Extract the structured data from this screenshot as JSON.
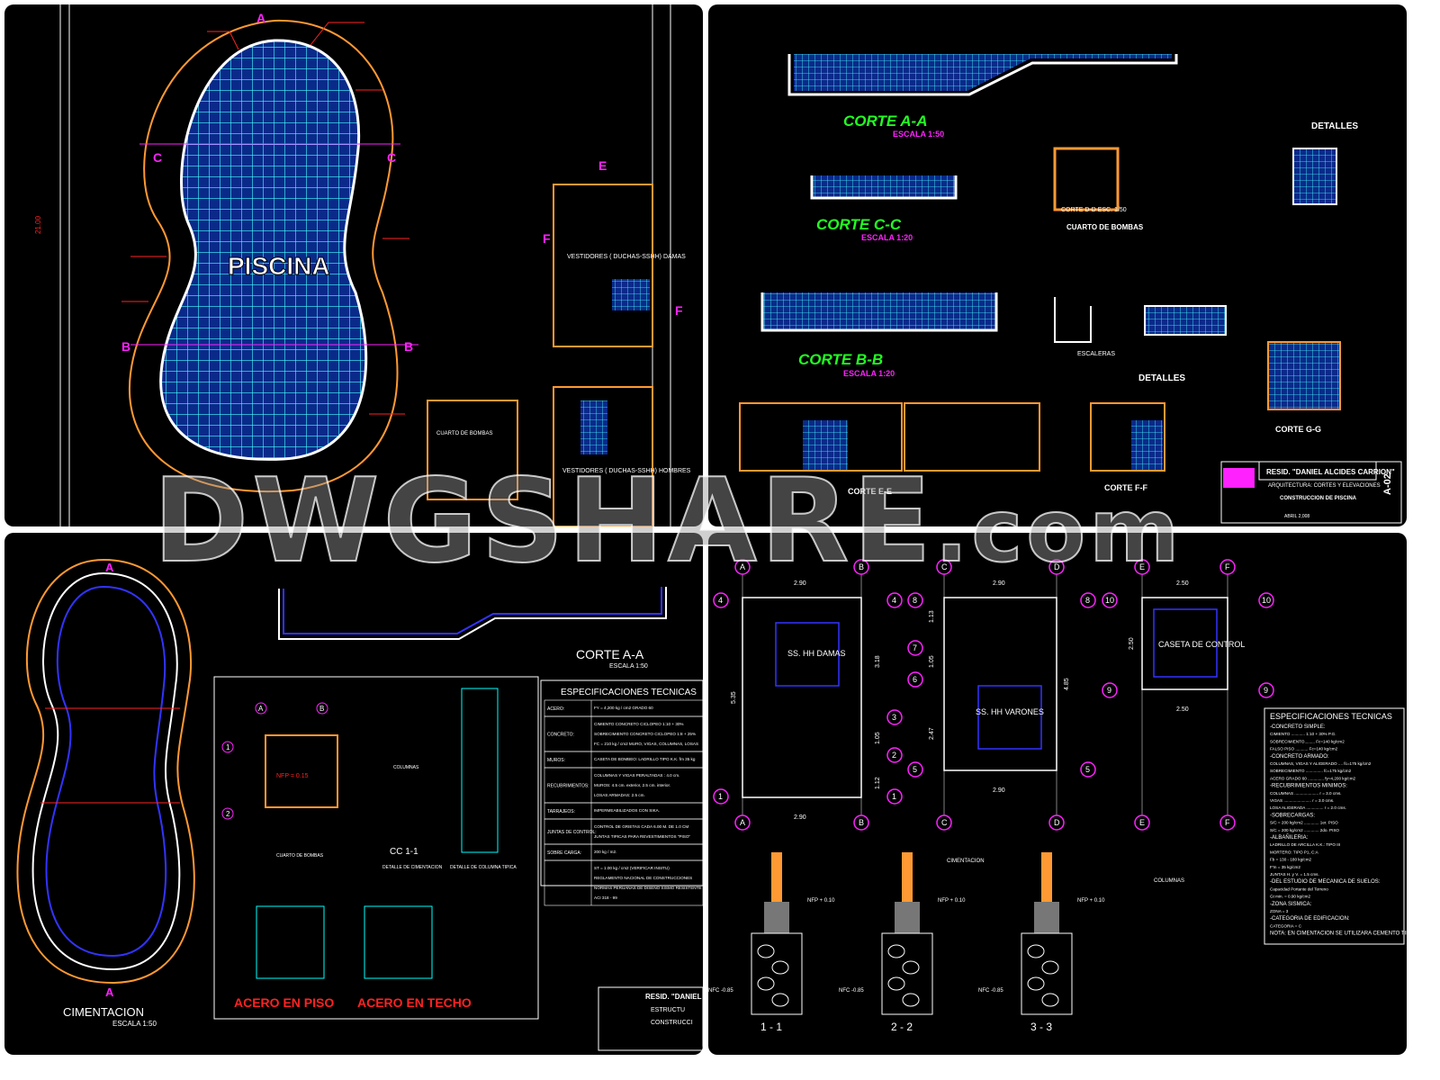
{
  "watermark": {
    "main": "DWGSHARE",
    "suffix": ".com"
  },
  "colors": {
    "background": "#000000",
    "pool_tiles": "#00c8ff",
    "pool_fill": "#0033aa",
    "outline": "#ff9933",
    "labels": "#ff2222",
    "section_titles": "#22ff22",
    "scales": "#ff22ff",
    "grid_bubbles": "#ff22ff"
  },
  "plan": {
    "pool_label": "PISCINA",
    "section_marks": [
      "A",
      "C",
      "C",
      "B",
      "B",
      "E",
      "F",
      "F"
    ],
    "vestidores_damas": "VESTIDORES ( DUCHAS-SSHH) DAMAS",
    "vestidores_hombres": "VESTIDORES ( DUCHAS-SSHH) HOMBRES",
    "cuarto_bombas": "CUARTO DE BOMBAS",
    "dim_side": "21.00"
  },
  "sections": {
    "corte_aa": "CORTE A-A",
    "corte_aa_scale": "ESCALA 1:50",
    "corte_cc": "CORTE C-C",
    "corte_cc_scale": "ESCALA 1:20",
    "corte_bb": "CORTE B-B",
    "corte_bb_scale": "ESCALA 1:20",
    "detalles_1": "DETALLES",
    "detalles_2": "DETALLES",
    "cuarto_bombas": "CUARTO DE BOMBAS",
    "corte_dd": "CORTE D-D  ESC. 1/50",
    "escaleras": "ESCALERAS",
    "corte_gg": "CORTE G-G",
    "corte_ee": "CORTE E-E",
    "corte_ff": "CORTE F-F",
    "title_block": {
      "project": "RESID. \"DANIEL ALCIDES CARRION\"",
      "sheet_title": "ARQUITECTURA: CORTES Y ELEVACIONES",
      "work": "CONSTRUCCION DE PISCINA",
      "sheet_number": "A-02",
      "scale": "ABRIL 2,008"
    }
  },
  "structure": {
    "corte_aa": "CORTE A-A",
    "corte_aa_scale": "ESCALA 1:50",
    "cimentacion": "CIMENTACION",
    "cimentacion_scale": "ESCALA 1:50",
    "section_marks": [
      "A",
      "A"
    ],
    "cuarto_bombas": "CUARTO DE BOMBAS",
    "nfp": "NFP = 0.15",
    "columnas": "COLUMNAS",
    "cc": "CC 1-1",
    "detalle_cimentacion": "DETALLE DE CIMENTACION",
    "detalle_columna": "DETALLE DE COLUMNA TIPICA",
    "acero_piso": "ACERO EN PISO",
    "acero_techo": "ACERO EN TECHO",
    "grid": [
      "A",
      "B",
      "1",
      "2"
    ],
    "title_block": {
      "project": "RESID. \"DANIEL ALC",
      "sheet_title": "ESTRUCTU",
      "work": "CONSTRUCCI"
    },
    "specs": {
      "title": "ESPECIFICACIONES TECNICAS",
      "rows": [
        {
          "label": "ACERO:",
          "lines": [
            "FY = 4,200 kg / cm2   GRADO 60"
          ]
        },
        {
          "label": "CONCRETO:",
          "lines": [
            "CIMIENTO        CONCRETO CICLOPEO  1:10 + 30%",
            "SOBRECIMIENTO    CONCRETO CICLOPEO  1:8 + 25%",
            "FC = 210 kg / cm2   MURO, VIGAS, COLUMNAS, LOSAS"
          ]
        },
        {
          "label": "MUROS:",
          "lines": [
            "CASETA DE BOMBEO: LADRILLO TIPO K.K.   fm 35 kg"
          ]
        },
        {
          "label": "RECUBRIMIENTOS:",
          "lines": [
            "COLUMNAS Y VIGAS PERALTADAS : 4.0 cm.",
            "MUROS: 4.5 cm. exterior, 2.5 cm. interior.",
            "LOSAS ARMADAS: 2.5 cm."
          ]
        },
        {
          "label": "TARRAJEOS:",
          "lines": [
            "IMPERMEABILIZADOS CON SIKA."
          ]
        },
        {
          "label": "JUNTAS DE CONTROL:",
          "lines": [
            "CONTROL DE GRIETAS CADA 6.00 M. DE 1.0 CM",
            "JUNTAS TIPICAS PARA REVESTIMIENTOS \"PISO\""
          ]
        },
        {
          "label": "SOBRE CARGA:",
          "lines": [
            "200 kg / m2."
          ]
        },
        {
          "label": "",
          "lines": [
            "ST = 1.00 kg / cm2  (VERIFICAR  INSITU)",
            "REGLAMENTO NACIONAL DE CONSTRUCCIONES",
            "NORMAS PERUANAS DE DISEÑO SISMO RESISTENTE",
            "ACI 318 - 99"
          ]
        }
      ]
    }
  },
  "foundations": {
    "grid_letters": [
      "A",
      "B",
      "C",
      "D",
      "E",
      "F"
    ],
    "grid_numbers": [
      "1",
      "2",
      "3",
      "4",
      "5",
      "6",
      "7",
      "8",
      "9",
      "10"
    ],
    "dims": {
      "ab": "2.90",
      "cd": "2.90",
      "ef": "2.50",
      "left_total": "5.35",
      "right_total": "4.85",
      "ef_side": "2.50",
      "d1": "3.18",
      "d2": "1.05",
      "d3": "1.12",
      "d4": "1.13",
      "d5": "1.05",
      "d6": "2.47"
    },
    "ss_damas": "SS. HH DAMAS",
    "ss_varones": "SS. HH VARONES",
    "caseta": "CASETA DE CONTROL",
    "cimentacion": "CIMENTACION",
    "columnas": "COLUMNAS",
    "nfp": "NFP + 0.10",
    "nfc": "NFC -0.85",
    "sections": [
      "1 - 1",
      "2 - 2",
      "3 - 3"
    ],
    "specs": {
      "title": "ESPECIFICACIONES TECNICAS",
      "lines": [
        "-CONCRETO SIMPLE:",
        "CIMIENTO ............ 1:10 + 30% P.G.",
        "SOBRECIMIENTO......... Fc=140 kg/cm2",
        "FALSO PISO ........... Fc=140 kg/cm2",
        "-CONCRETO ARMADO:",
        "COLUMNAS, VIGAS Y ALIGERADO .... fc=175 kg/cm2",
        "SOBRECIMIENTO ............... fc=175 kg/cm2",
        "ACERO GRADO 60 .............. fy=4,200 kg/cm2",
        "-RECUBRIMIENTOS MINIMOS:",
        "COLUMNAS ..................... r = 3.0 cms.",
        "VIGAS ........................ r = 3.0 cms.",
        "LOSA ALIGERADA ............... r = 2.0 cms.",
        "-SOBRECARGAS:",
        "S/C = 200 kg/cm2 ............. 1er. PISO",
        "S/C = 200 kg/cm2 ............. 2do. PISO",
        "-ALBAÑILERIA:",
        "LADRILLO DE ARCILLA K.K.: TIPO III",
        "MORTERO: TIPO P1, C:A",
        "Fb = 130 - 180 kg/cm2",
        "F'm = 35 kg/cm2",
        "JUNTAS H. y V. = 1.5 cms.",
        "-DEL ESTUDIO DE MECANICA DE SUELOS:",
        "Capacidad Portante del Terreno",
        "Gt min. = 0.90 kg/cm2",
        "-ZONA SISMICA:",
        "ZONA = 3",
        "-CATEGORIA DE EDIFICACION:",
        "CATEGORIA = C",
        "NOTA: EN CIMENTACION SE UTILIZARA CEMENTO TIPO I"
      ]
    }
  }
}
